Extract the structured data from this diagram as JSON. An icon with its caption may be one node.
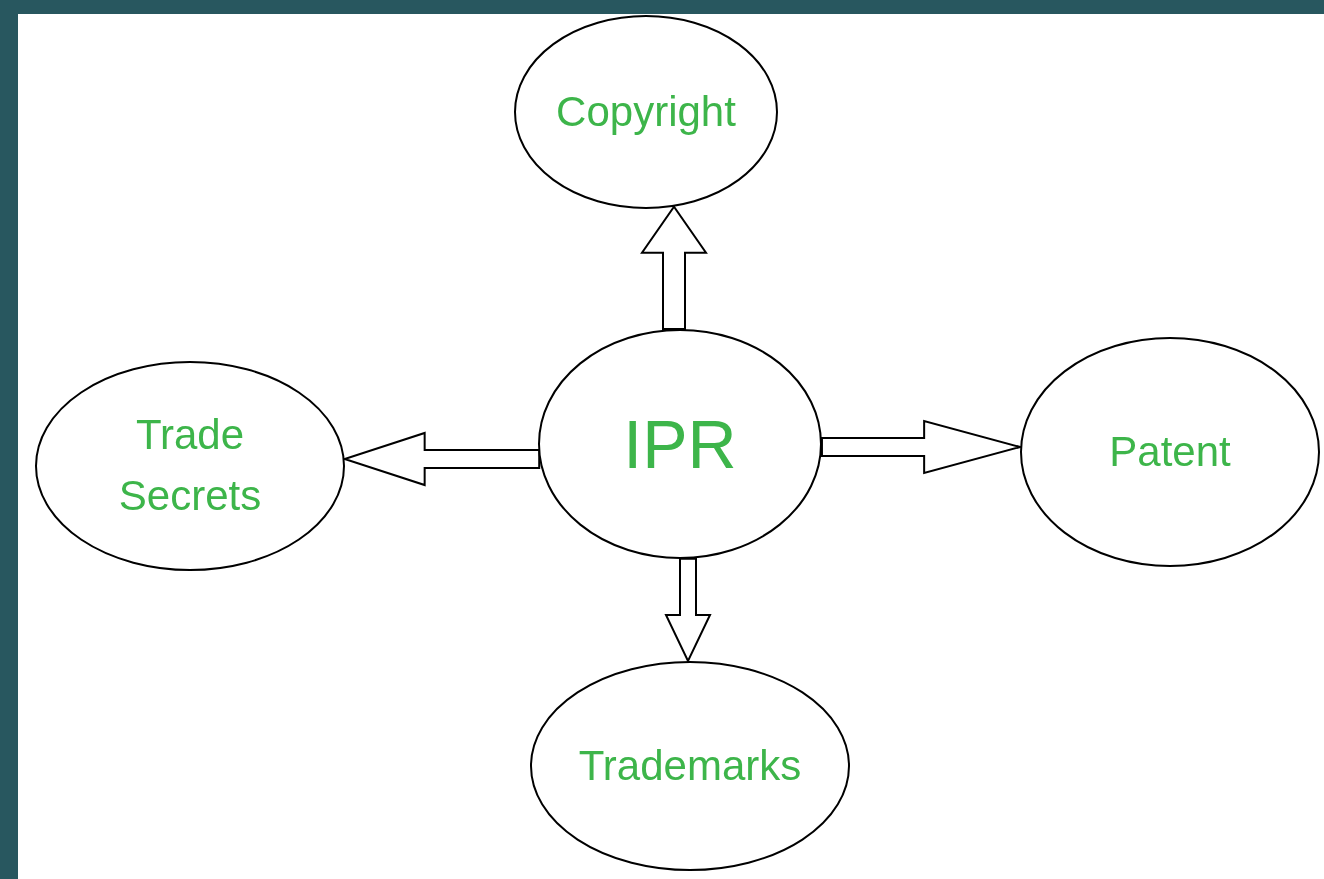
{
  "diagram": {
    "nodes": [
      {
        "text": [
          "Copyright"
        ]
      },
      {
        "text": [
          "Trade Secrets"
        ]
      },
      {
        "text": [
          "IPR"
        ]
      },
      {
        "text": [
          "Patent"
        ]
      },
      {
        "text": [
          "Trademarks"
        ]
      }
    ],
    "edges": [
      {
        "from": 2,
        "to": 0,
        "arrow": "to"
      },
      {
        "from": 2,
        "to": 1,
        "arrow": "to"
      },
      {
        "from": 2,
        "to": 3,
        "arrow": "to"
      },
      {
        "from": 2,
        "to": 4,
        "arrow": "to"
      }
    ]
  }
}
